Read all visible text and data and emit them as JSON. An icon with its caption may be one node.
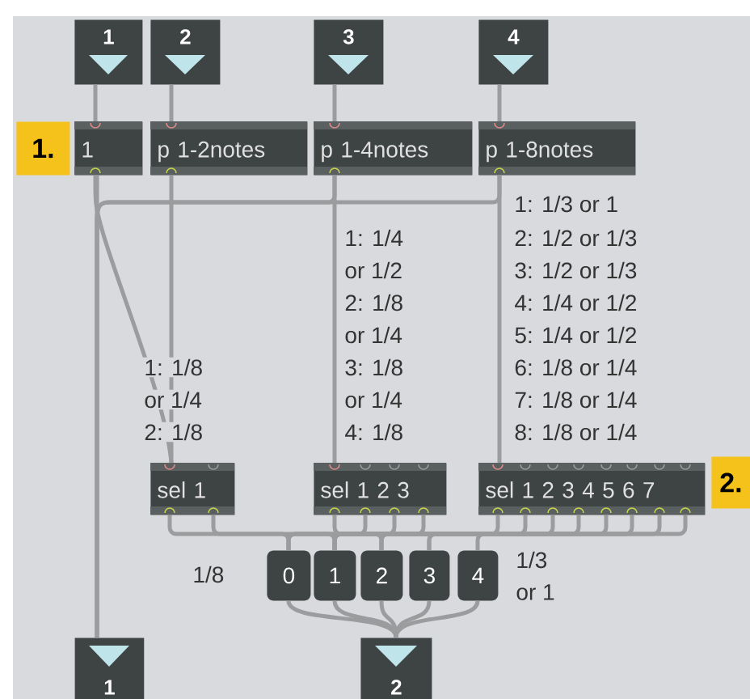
{
  "diagram": {
    "nodes": [
      {
        "text": [
          "1"
        ]
      },
      {
        "text": [
          "2"
        ]
      },
      {
        "text": [
          "3"
        ]
      },
      {
        "text": [
          "4"
        ]
      },
      {
        "text": [
          "1."
        ]
      },
      {
        "text": [
          "1"
        ]
      },
      {
        "text": [
          "p 1-2notes"
        ]
      },
      {
        "text": [
          "p 1-4notes"
        ]
      },
      {
        "text": [
          "p 1-8notes"
        ]
      },
      {
        "text": [
          "sel 1"
        ]
      },
      {
        "text": [
          "sel 1 2 3"
        ]
      },
      {
        "text": [
          "sel 1 2 3 4 5 6 7"
        ]
      },
      {
        "text": [
          "2."
        ]
      },
      {
        "text": [
          "0"
        ]
      },
      {
        "text": [
          "1"
        ]
      },
      {
        "text": [
          "2"
        ]
      },
      {
        "text": [
          "3"
        ]
      },
      {
        "text": [
          "4"
        ]
      },
      {
        "text": [
          "1"
        ]
      },
      {
        "text": [
          "2"
        ]
      }
    ],
    "edges": [
      {
        "from": 0,
        "to": 5,
        "arrow": "none"
      },
      {
        "from": 1,
        "to": 6,
        "arrow": "none"
      },
      {
        "from": 2,
        "to": 7,
        "arrow": "none"
      },
      {
        "from": 3,
        "to": 8,
        "arrow": "none"
      },
      {
        "from": 5,
        "to": 18,
        "arrow": "none"
      },
      {
        "from": 5,
        "to": 9,
        "arrow": "none"
      },
      {
        "from": 7,
        "to": 18,
        "arrow": "none"
      },
      {
        "from": 8,
        "to": 18,
        "arrow": "none"
      },
      {
        "from": 6,
        "to": 9,
        "arrow": "none"
      },
      {
        "from": 7,
        "to": 10,
        "arrow": "none"
      },
      {
        "from": 8,
        "to": 11,
        "arrow": "none"
      },
      {
        "from": 9,
        "to": 14,
        "arrow": "none"
      },
      {
        "from": 9,
        "to": 13,
        "arrow": "none"
      },
      {
        "from": 10,
        "to": 15,
        "arrow": "none"
      },
      {
        "from": 10,
        "to": 14,
        "arrow": "none"
      },
      {
        "from": 10,
        "to": 14,
        "arrow": "none"
      },
      {
        "from": 10,
        "to": 13,
        "arrow": "none"
      },
      {
        "from": 11,
        "to": 17,
        "arrow": "none"
      },
      {
        "from": 11,
        "to": 16,
        "arrow": "none"
      },
      {
        "from": 11,
        "to": 16,
        "arrow": "none"
      },
      {
        "from": 11,
        "to": 15,
        "arrow": "none"
      },
      {
        "from": 11,
        "to": 15,
        "arrow": "none"
      },
      {
        "from": 11,
        "to": 14,
        "arrow": "none"
      },
      {
        "from": 11,
        "to": 14,
        "arrow": "none"
      },
      {
        "from": 11,
        "to": 13,
        "arrow": "none"
      },
      {
        "from": 13,
        "to": 19,
        "arrow": "none"
      },
      {
        "from": 14,
        "to": 19,
        "arrow": "none"
      },
      {
        "from": 15,
        "to": 19,
        "arrow": "none"
      },
      {
        "from": 16,
        "to": 19,
        "arrow": "none"
      },
      {
        "from": 17,
        "to": 19,
        "arrow": "none"
      }
    ],
    "labels": [
      "1: 1/8",
      "or 1/4",
      "2: 1/8",
      "1: 1/4",
      "or 1/2",
      "2: 1/8",
      "or 1/4",
      "3: 1/8",
      "or 1/4",
      "4: 1/8",
      "1: 1/3 or 1",
      "2: 1/2 or 1/3",
      "3: 1/2 or 1/3",
      "4: 1/4 or 1/2",
      "5: 1/4 or 1/2",
      "6: 1/8 or 1/4",
      "7: 1/8 or 1/4",
      "8: 1/8 or 1/4",
      "1/8",
      "1/3",
      "or 1"
    ]
  }
}
